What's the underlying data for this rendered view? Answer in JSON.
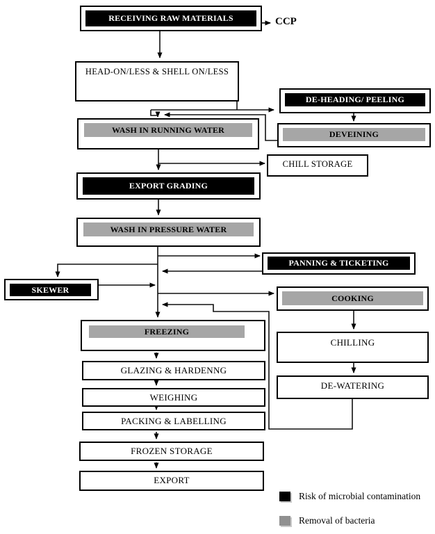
{
  "ccp_label": "CCP",
  "nodes": {
    "receiving": {
      "label": "RECEIVING RAW MATERIALS",
      "style": "black-bar"
    },
    "head_on": {
      "label": "HEAD-ON/LESS & SHELL ON/LESS",
      "style": "plain"
    },
    "deheading": {
      "label": "DE-HEADING/ PEELING",
      "style": "black-bar"
    },
    "deveining": {
      "label": "DEVEINING",
      "style": "gray-bar"
    },
    "wash_running": {
      "label": "WASH IN RUNNING WATER",
      "style": "gray-bar"
    },
    "chill_storage": {
      "label": "CHILL STORAGE",
      "style": "plain"
    },
    "export_grading": {
      "label": "EXPORT GRADING",
      "style": "black-bar"
    },
    "wash_pressure": {
      "label": "WASH IN PRESSURE WATER",
      "style": "gray-bar"
    },
    "panning": {
      "label": "PANNING & TICKETING",
      "style": "black-bar"
    },
    "skewer": {
      "label": "SKEWER",
      "style": "black-bar"
    },
    "cooking": {
      "label": "COOKING",
      "style": "gray-bar"
    },
    "freezing": {
      "label": "FREEZING",
      "style": "gray-bar"
    },
    "chilling": {
      "label": "CHILLING",
      "style": "plain"
    },
    "dewatering": {
      "label": "DE-WATERING",
      "style": "plain"
    },
    "glazing": {
      "label": "GLAZING & HARDENNG",
      "style": "plain"
    },
    "weighing": {
      "label": "WEIGHING",
      "style": "plain"
    },
    "packing": {
      "label": "PACKING & LABELLING",
      "style": "plain"
    },
    "frozen_storage": {
      "label": "FROZEN STORAGE",
      "style": "plain"
    },
    "export": {
      "label": "EXPORT",
      "style": "plain"
    }
  },
  "legend": {
    "risk": {
      "label": "Risk of microbial contamination",
      "color": "#000000"
    },
    "removal": {
      "label": "Removal of bacteria",
      "color": "#909090"
    }
  },
  "colors": {
    "line": "#111111",
    "black_bar": "#000000",
    "gray_bar": "#a6a6a6",
    "box_border": "#000000"
  }
}
